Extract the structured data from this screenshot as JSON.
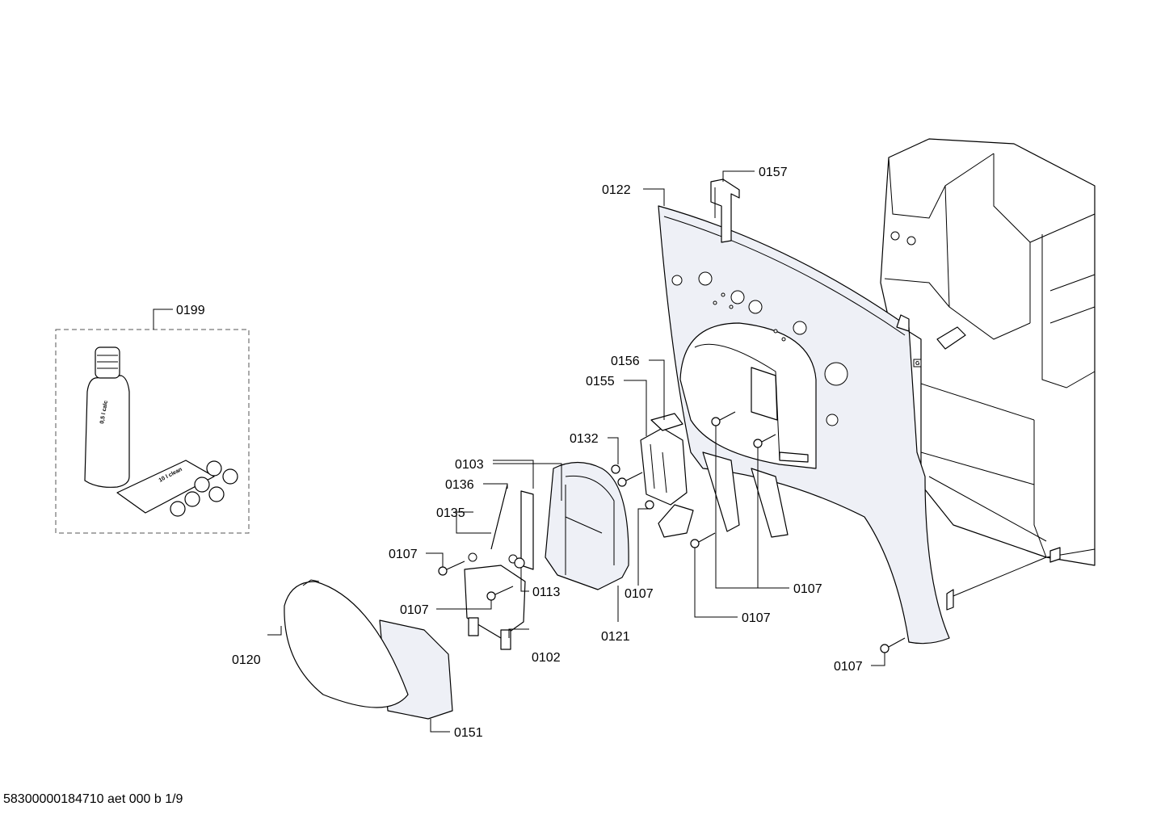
{
  "footer": {
    "doc_code": "58300000184710 aet 000 b 1/9"
  },
  "kit": {
    "bottle_text": "0,5 l calc",
    "card_text": "10 l clean",
    "corner_tag": "G"
  },
  "labels": [
    "0157",
    "0122",
    "0199",
    "0156",
    "0155",
    "0132",
    "0103",
    "0136",
    "0135",
    "0107",
    "0113",
    "0107",
    "0102",
    "0121",
    "0107",
    "0107",
    "0107",
    "0120",
    "0151",
    "0107"
  ]
}
